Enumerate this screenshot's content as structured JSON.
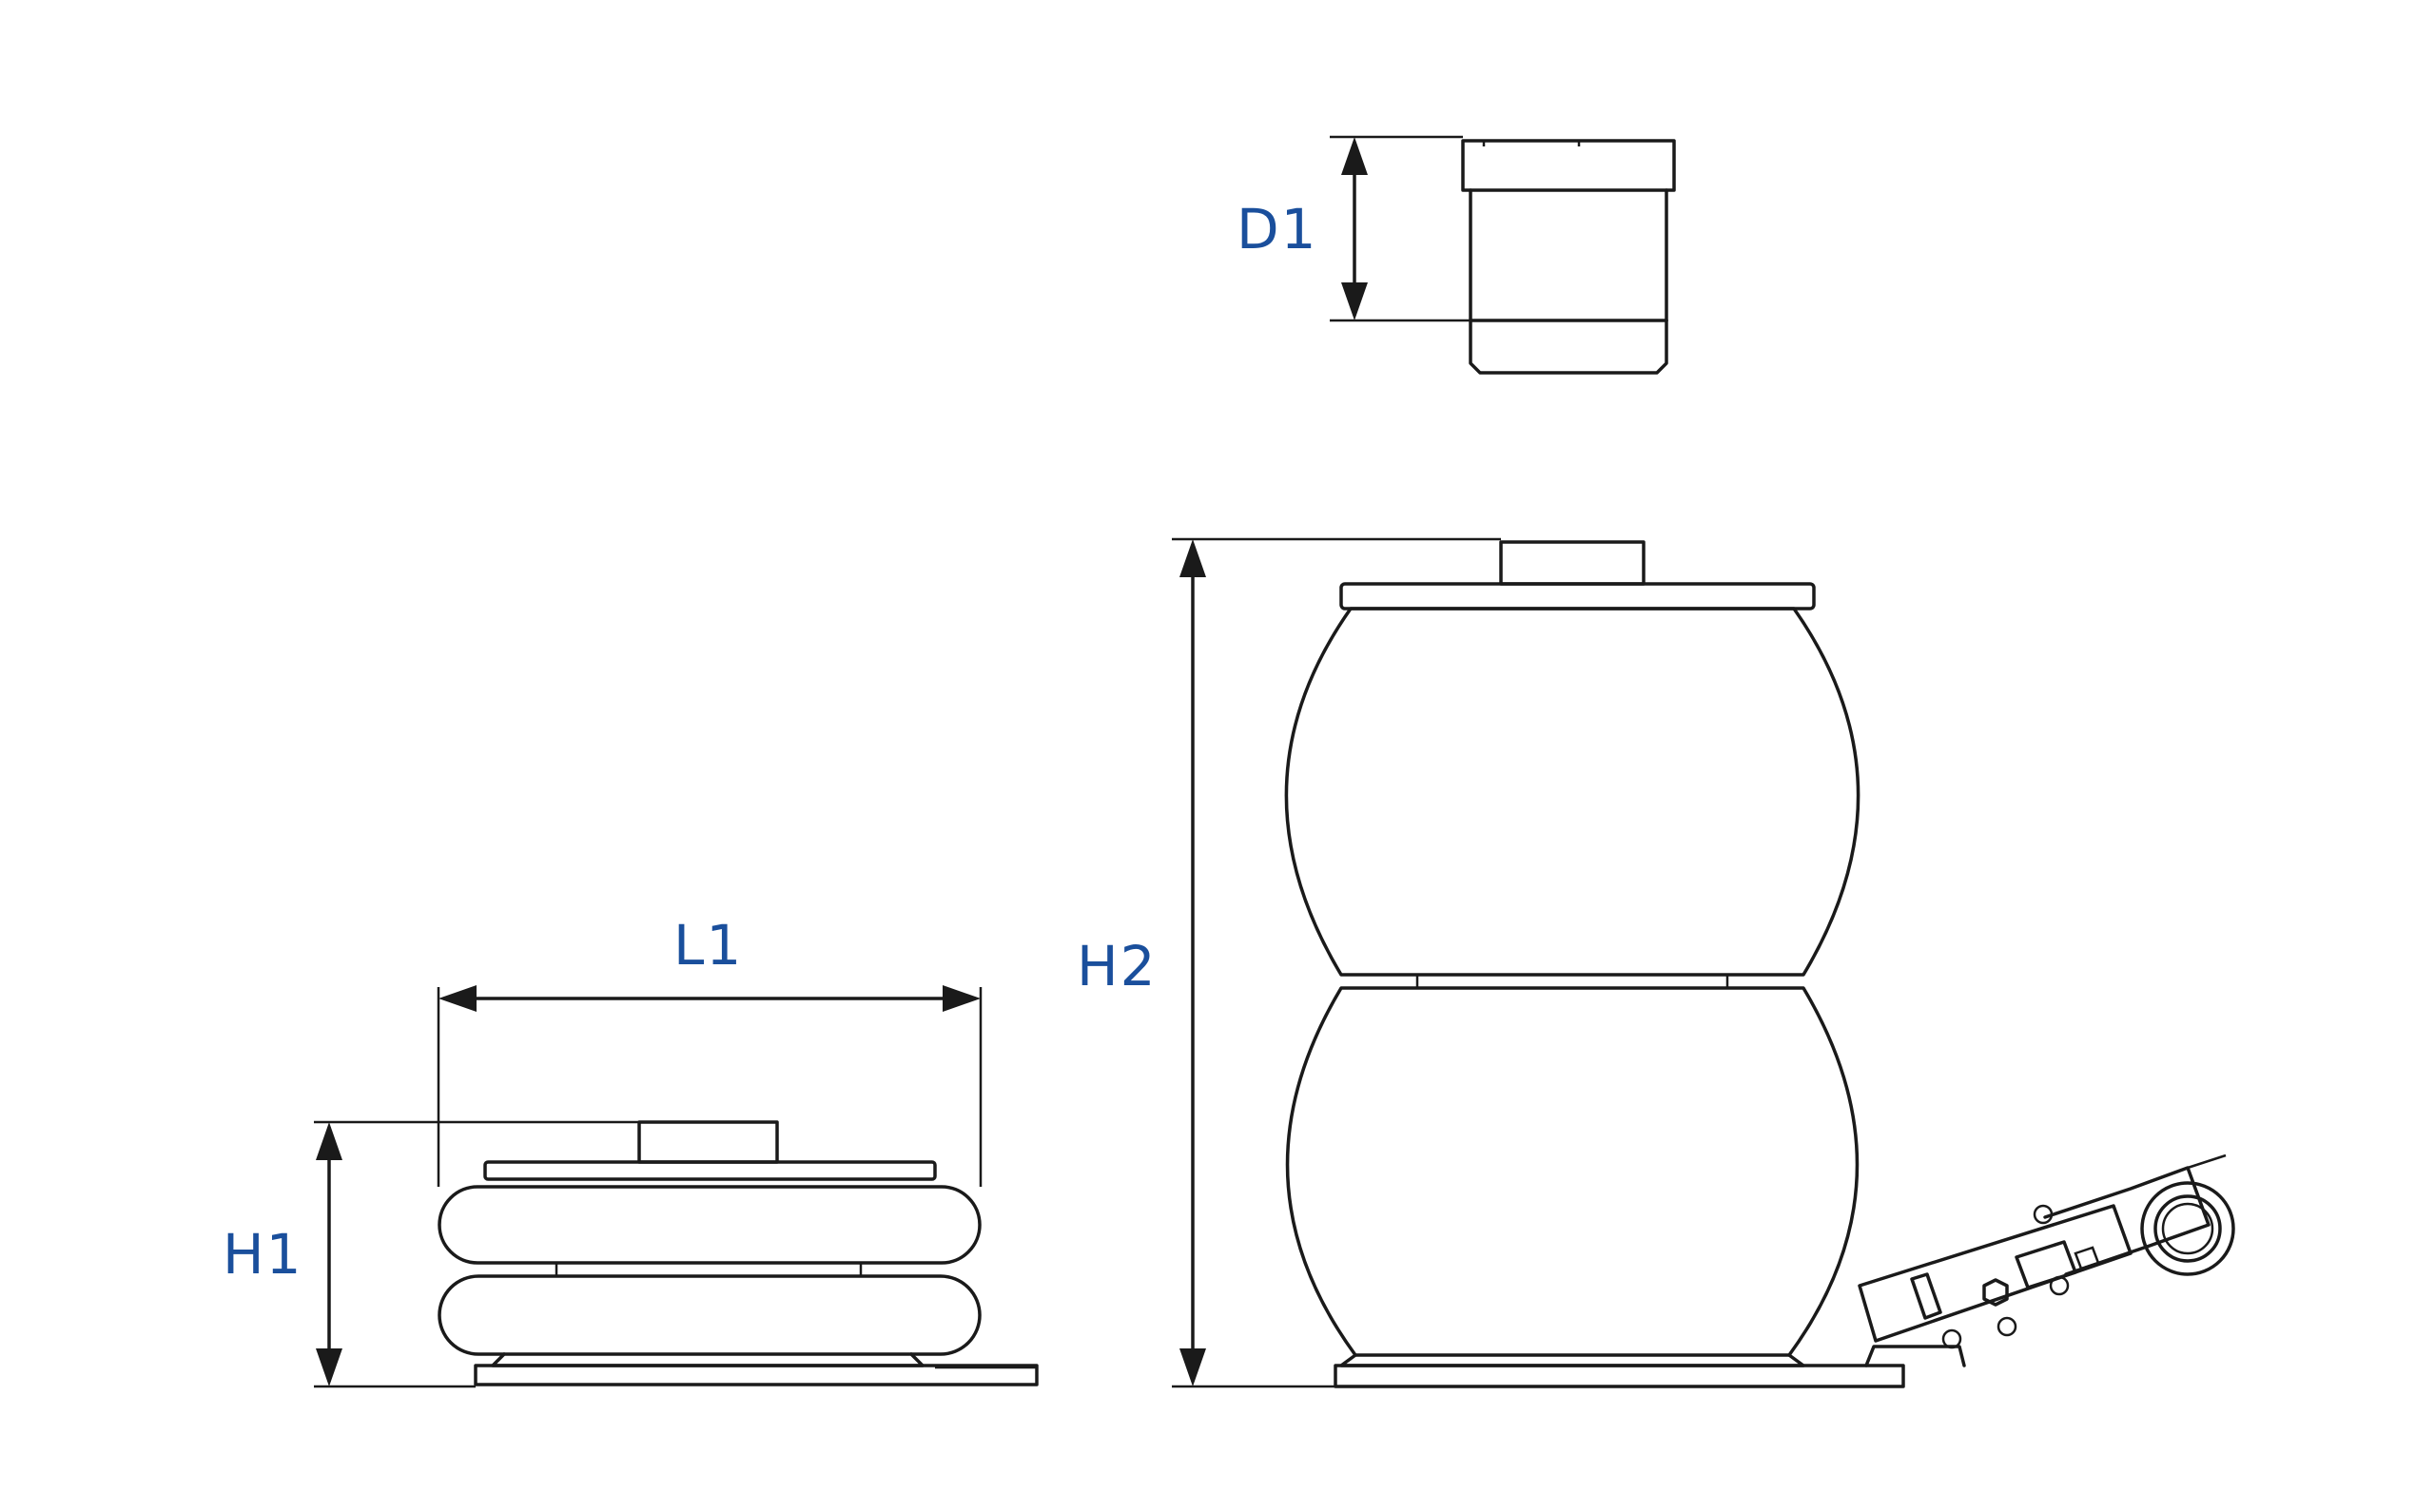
{
  "labels": {
    "d1": "D1",
    "l1": "L1",
    "h1": "H1",
    "h2": "H2"
  },
  "colors": {
    "label": "#1a4f9c",
    "line": "#1a1a1a",
    "background": "#ffffff"
  }
}
